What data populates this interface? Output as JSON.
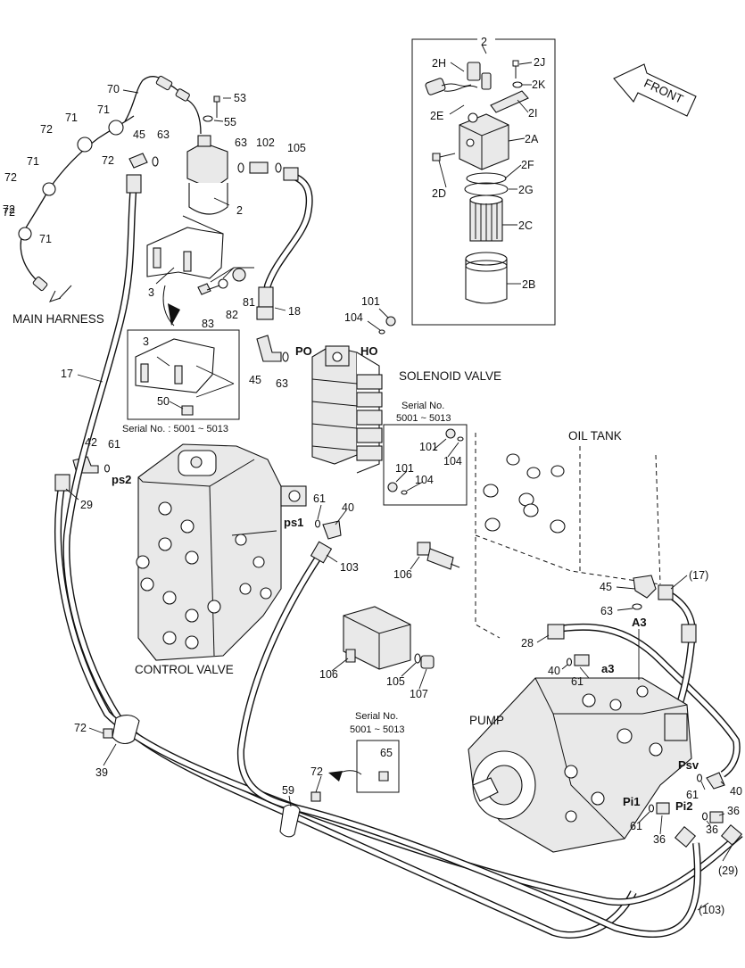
{
  "labels": {
    "main_harness": "MAIN HARNESS",
    "solenoid_valve": "SOLENOID VALVE",
    "oil_tank": "OIL TANK",
    "control_valve": "CONTROL VALVE",
    "pump": "PUMP",
    "front": "FRONT",
    "serial_cv": "Serial No. : 5001 ~ 5013",
    "serial_sol_1": "Serial No.",
    "serial_sol_2": "5001 ~ 5013",
    "serial_pump_1": "Serial No.",
    "serial_pump_2": "5001 ~ 5013",
    "port_po": "PO",
    "port_ho": "HO",
    "port_ps1": "ps1",
    "port_ps2": "ps2",
    "port_a3": "A3",
    "port_a3_small": "a3",
    "port_psv": "Psv",
    "port_pi1": "Pi1",
    "port_pi2": "Pi2"
  },
  "part_numbers": {
    "n2": "2",
    "n2h": "2H",
    "n2j": "2J",
    "n2k": "2K",
    "n2e": "2E",
    "n2i": "2I",
    "n2a": "2A",
    "n2f": "2F",
    "n2d": "2D",
    "n2g": "2G",
    "n2c": "2C",
    "n2b": "2B",
    "n70": "70",
    "n53": "53",
    "n55": "55",
    "n71a": "71",
    "n71b": "71",
    "n71c": "71",
    "n71d": "71",
    "n72a": "72",
    "n72b": "72",
    "n72c": "72",
    "n72d": "72",
    "n72e": "72",
    "n72f": "72",
    "n72g": "72",
    "n45a": "45",
    "n63a": "63",
    "n63b": "63",
    "n102": "102",
    "n105a": "105",
    "n2cyl": "2",
    "n3a": "3",
    "n81": "81",
    "n82": "82",
    "n83": "83",
    "n18": "18",
    "n101a": "101",
    "n104a": "104",
    "n3b": "3",
    "n50": "50",
    "n45b": "45",
    "n63c": "63",
    "n17a": "17",
    "n101b": "101",
    "n104b": "104",
    "n101c": "101",
    "n104c": "104",
    "n42": "42",
    "n61a": "61",
    "n29a": "29",
    "n61b": "61",
    "n40a": "40",
    "n103a": "103",
    "n106a": "106",
    "n45c": "45",
    "n17b": "(17)",
    "n63d": "63",
    "n28": "28",
    "n40b": "40",
    "n61c": "61",
    "n106b": "106",
    "n105b": "105",
    "n107": "107",
    "n39": "39",
    "n65": "65",
    "n59": "59",
    "n61d": "61",
    "n40c": "40",
    "n61e": "61",
    "n36a": "36",
    "n36b": "36",
    "n29b": "(29)",
    "n103b": "(103)"
  }
}
